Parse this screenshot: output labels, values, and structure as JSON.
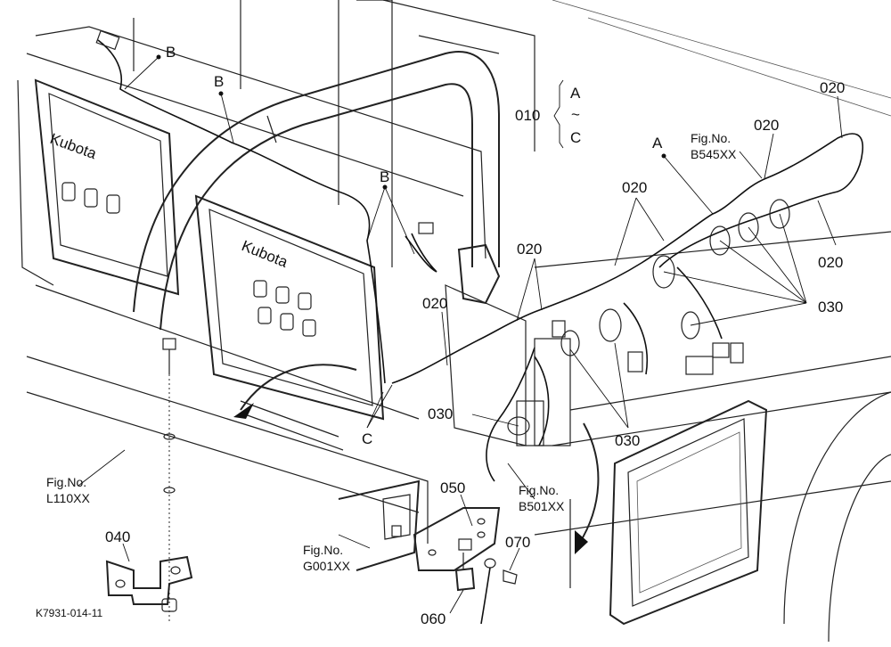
{
  "labels": {
    "b1": "B",
    "b2": "B",
    "b3": "B",
    "a_top": "A",
    "a_wire": "A",
    "c_range": "C",
    "c_bottom": "C",
    "tilde": "~",
    "p010": "010",
    "p020_1": "020",
    "p020_2": "020",
    "p020_3": "020",
    "p020_4": "020",
    "p020_5": "020",
    "p020_6": "020",
    "p030_1": "030",
    "p030_2": "030",
    "p030_3": "030",
    "p040": "040",
    "p050": "050",
    "p060": "060",
    "p070": "070"
  },
  "figrefs": {
    "fig_no": "Fig.No.",
    "b545": "B545XX",
    "l110": "L110XX",
    "g001": "G001XX",
    "b501": "B501XX"
  },
  "seat_logo": "Kubota",
  "drawing_code": "K7931-014-11"
}
